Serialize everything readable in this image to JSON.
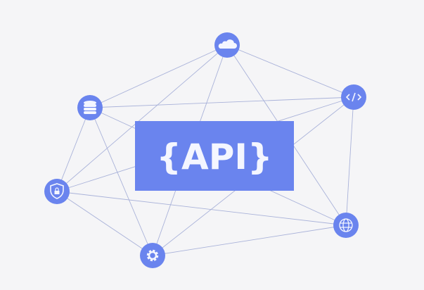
{
  "api_label": "{API}",
  "colors": {
    "background": "#f5f5f7",
    "accent": "#6a84ee",
    "line": "#a9b2d9",
    "icon": "#f4f6ff"
  },
  "nodes": [
    {
      "id": "cloud",
      "icon": "cloud-icon"
    },
    {
      "id": "code",
      "icon": "code-icon"
    },
    {
      "id": "database",
      "icon": "database-icon"
    },
    {
      "id": "shield",
      "icon": "shield-lock-icon"
    },
    {
      "id": "gear",
      "icon": "gear-icon"
    },
    {
      "id": "globe",
      "icon": "globe-icon"
    }
  ],
  "edges": [
    [
      "cloud",
      "database"
    ],
    [
      "cloud",
      "shield"
    ],
    [
      "cloud",
      "gear"
    ],
    [
      "cloud",
      "globe"
    ],
    [
      "cloud",
      "code"
    ],
    [
      "database",
      "code"
    ],
    [
      "database",
      "globe"
    ],
    [
      "database",
      "shield"
    ],
    [
      "database",
      "gear"
    ],
    [
      "code",
      "shield"
    ],
    [
      "code",
      "globe"
    ],
    [
      "code",
      "gear"
    ],
    [
      "shield",
      "globe"
    ],
    [
      "shield",
      "gear"
    ],
    [
      "gear",
      "globe"
    ]
  ]
}
